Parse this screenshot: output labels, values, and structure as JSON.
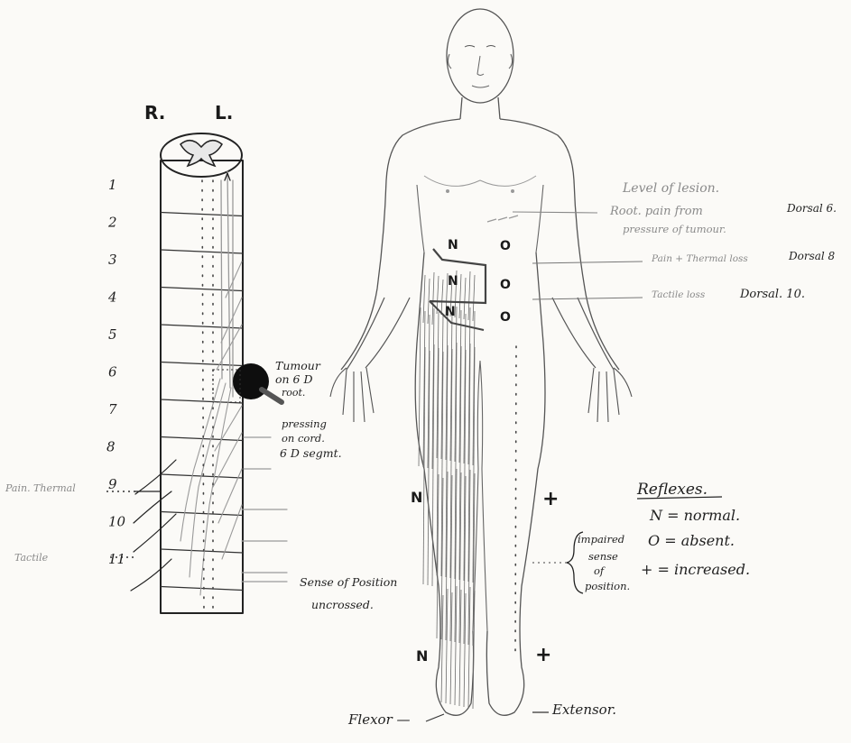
{
  "cord": {
    "side_right": "R.",
    "side_left": "L.",
    "segments": [
      "1",
      "2",
      "3",
      "4",
      "5",
      "6",
      "7",
      "8",
      "9",
      "10",
      "11"
    ],
    "tumour_label": [
      "Tumour",
      "on 6 D",
      "root."
    ],
    "pressing_label": [
      "pressing",
      "on cord.",
      "6 D segmt."
    ],
    "pain_thermal_label": "Pain. Thermal",
    "tactile_label": "Tactile",
    "position_label": [
      "Sense of Position",
      "uncrossed."
    ]
  },
  "lesion": {
    "heading": "Level of lesion.",
    "root_pain": [
      "Root. pain from",
      "pressure of tumour."
    ],
    "root_pain_level": "Dorsal 6.",
    "pain_thermal_loss": "Pain + Thermal loss",
    "pain_thermal_level": "Dorsal 8",
    "tactile_loss": "Tactile loss",
    "tactile_level": "Dorsal. 10."
  },
  "abdominal_reflexes": {
    "right": [
      "N",
      "N",
      "N"
    ],
    "left": [
      "O",
      "O",
      "O"
    ]
  },
  "limb_reflexes": {
    "knee_right": "N",
    "knee_left": "+",
    "ankle_right": "N",
    "ankle_left": "+"
  },
  "impaired": [
    "impaired",
    "sense",
    "of",
    "position."
  ],
  "legend": {
    "title": "Reflexes.",
    "items": [
      "N = normal.",
      "O = absent.",
      "+ = increased."
    ]
  },
  "flexor_label": "Flexor —",
  "extensor_label": "Extensor."
}
